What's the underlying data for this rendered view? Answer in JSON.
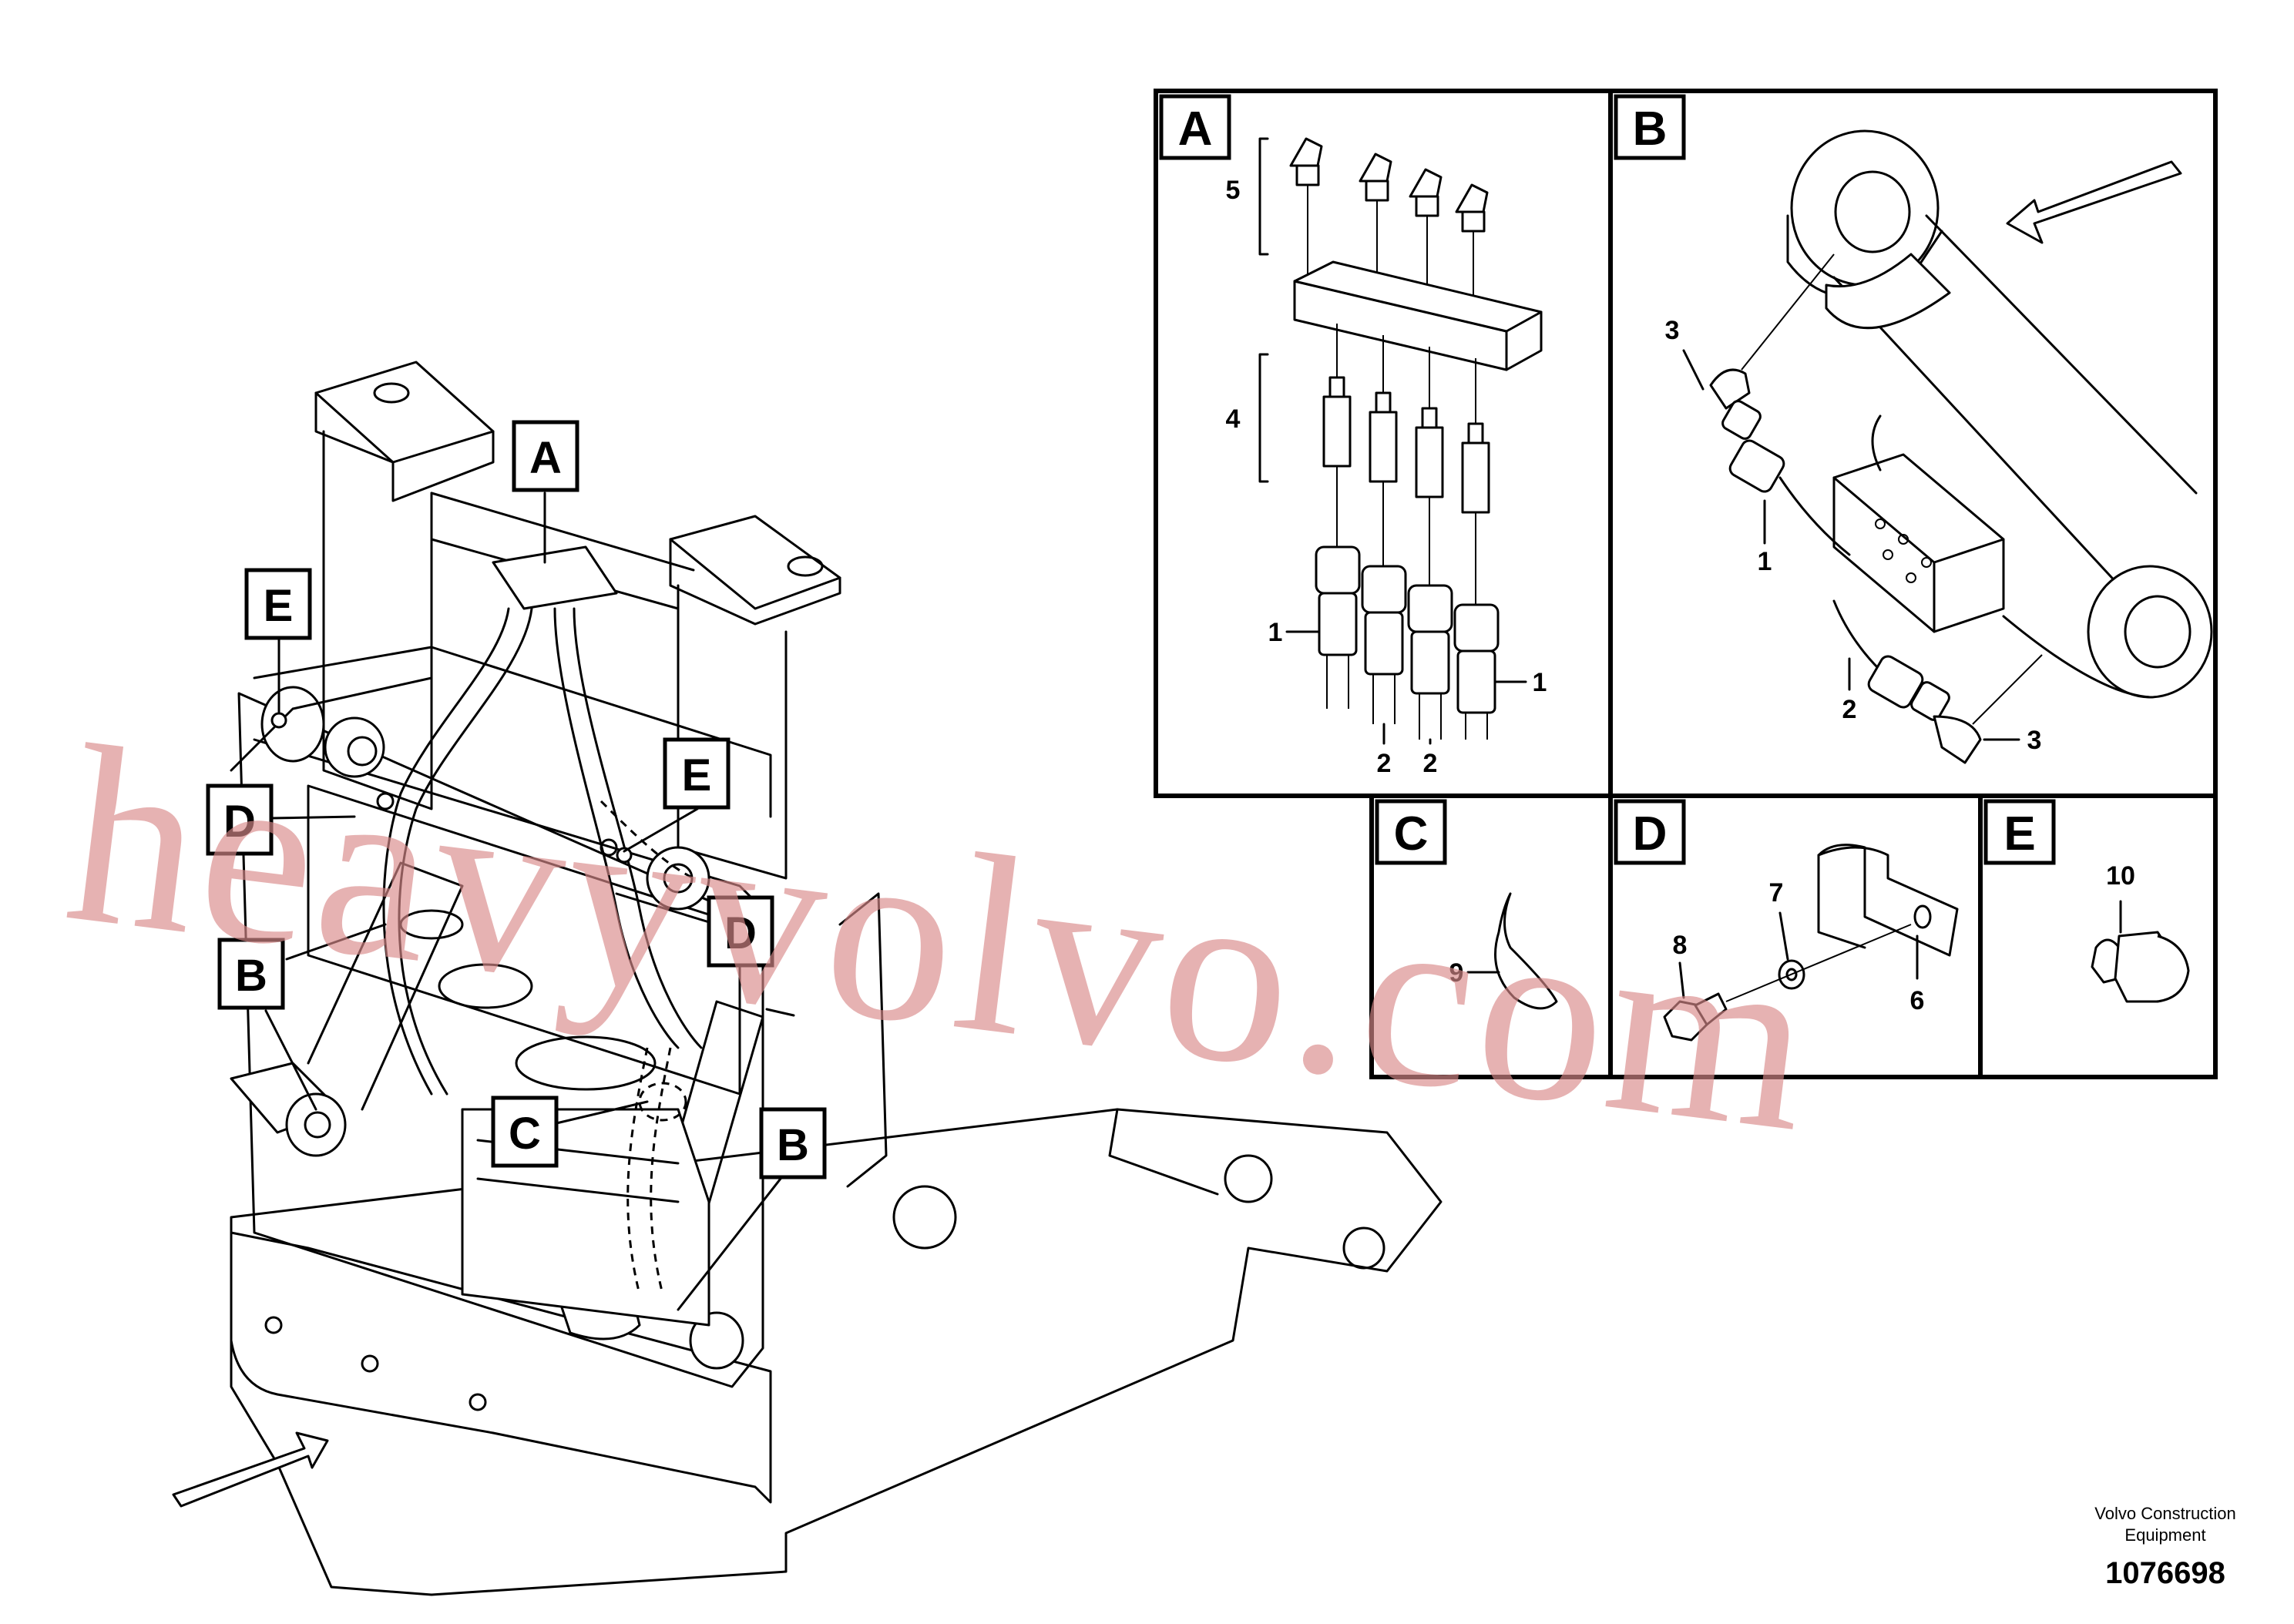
{
  "callouts": {
    "A": "A",
    "B": "B",
    "C": "C",
    "D": "D",
    "E": "E"
  },
  "detail_panels": {
    "A": {
      "label": "A",
      "numbers": [
        "5",
        "4",
        "1",
        "1",
        "2",
        "2"
      ]
    },
    "B": {
      "label": "B",
      "numbers": [
        "3",
        "1",
        "2",
        "3"
      ]
    },
    "C": {
      "label": "C",
      "numbers": [
        "9"
      ]
    },
    "D": {
      "label": "D",
      "numbers": [
        "7",
        "8",
        "6"
      ]
    },
    "E": {
      "label": "E",
      "numbers": [
        "10"
      ]
    }
  },
  "watermark": "heavyvolvo.com",
  "footer": {
    "line1": "Volvo Construction",
    "line2": "Equipment",
    "drawing_number": "1076698"
  }
}
